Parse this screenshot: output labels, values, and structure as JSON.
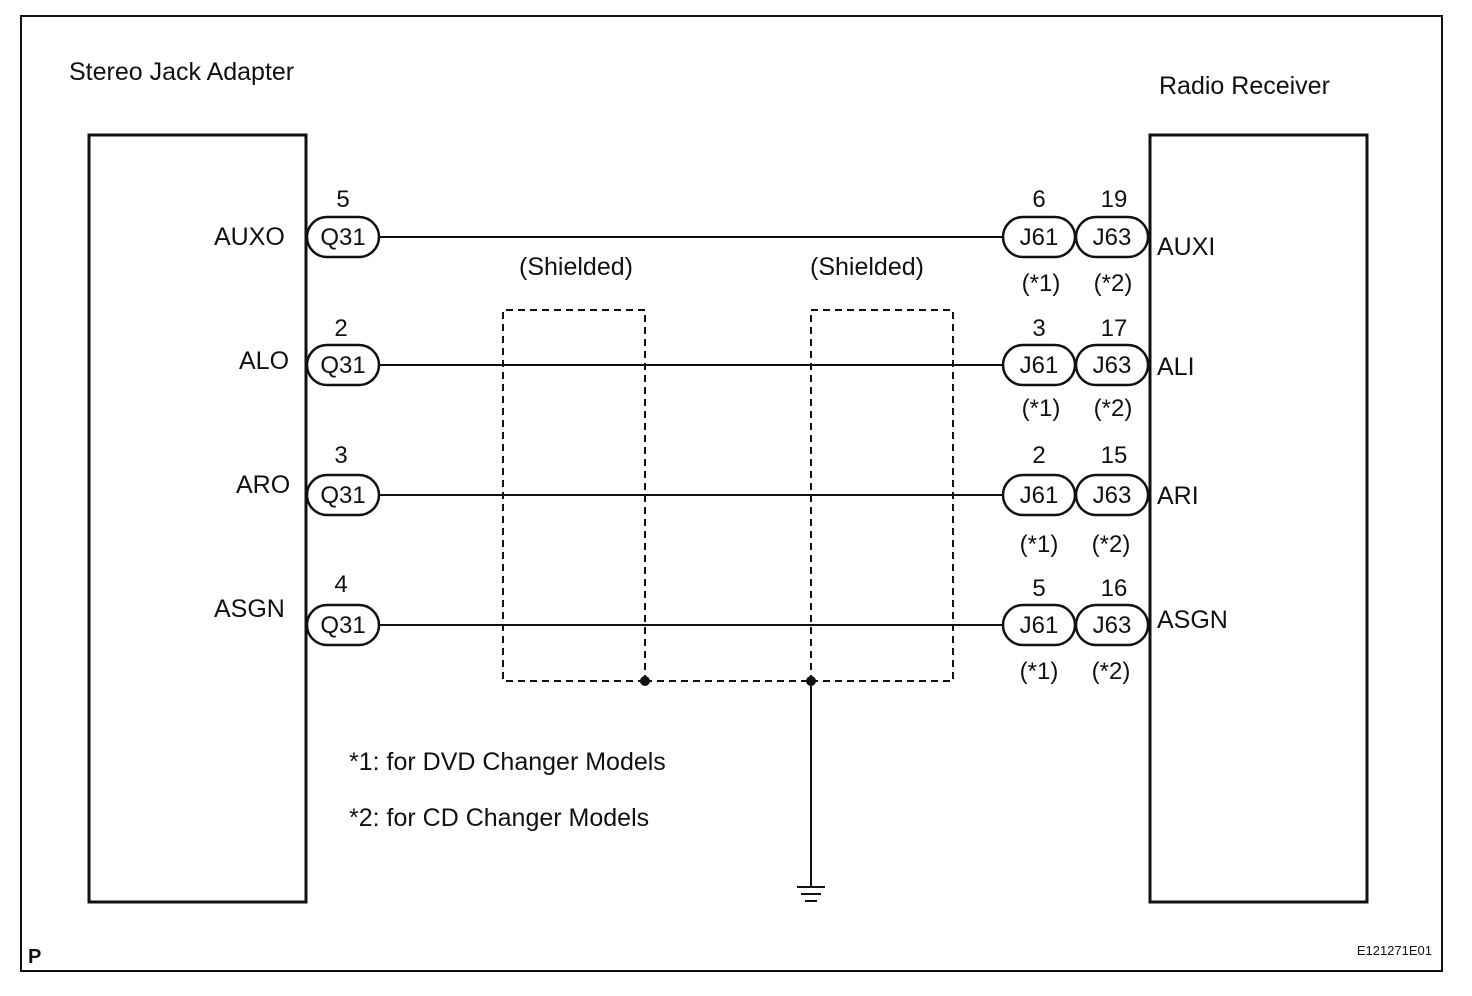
{
  "left_component": {
    "title": "Stereo Jack Adapter"
  },
  "right_component": {
    "title": "Radio Receiver"
  },
  "shield_labels": [
    "(Shielded)",
    "(Shielded)"
  ],
  "wires": [
    {
      "left_terminal": "AUXO",
      "left_pin": "5",
      "left_connector": "Q31",
      "right_pin_1": "6",
      "right_connector_1": "J61",
      "right_note_1": "(*1)",
      "right_pin_2": "19",
      "right_connector_2": "J63",
      "right_note_2": "(*2)",
      "right_terminal": "AUXI"
    },
    {
      "left_terminal": "ALO",
      "left_pin": "2",
      "left_connector": "Q31",
      "right_pin_1": "3",
      "right_connector_1": "J61",
      "right_note_1": "(*1)",
      "right_pin_2": "17",
      "right_connector_2": "J63",
      "right_note_2": "(*2)",
      "right_terminal": "ALI"
    },
    {
      "left_terminal": "ARO",
      "left_pin": "3",
      "left_connector": "Q31",
      "right_pin_1": "2",
      "right_connector_1": "J61",
      "right_note_1": "(*1)",
      "right_pin_2": "15",
      "right_connector_2": "J63",
      "right_note_2": "(*2)",
      "right_terminal": "ARI"
    },
    {
      "left_terminal": "ASGN",
      "left_pin": "4",
      "left_connector": "Q31",
      "right_pin_1": "5",
      "right_connector_1": "J61",
      "right_note_1": "(*1)",
      "right_pin_2": "16",
      "right_connector_2": "J63",
      "right_note_2": "(*2)",
      "right_terminal": "ASGN"
    }
  ],
  "notes": [
    "*1: for DVD Changer Models",
    "*2: for CD Changer Models"
  ],
  "corner_mark": "P",
  "figure_id": "E121271E01"
}
